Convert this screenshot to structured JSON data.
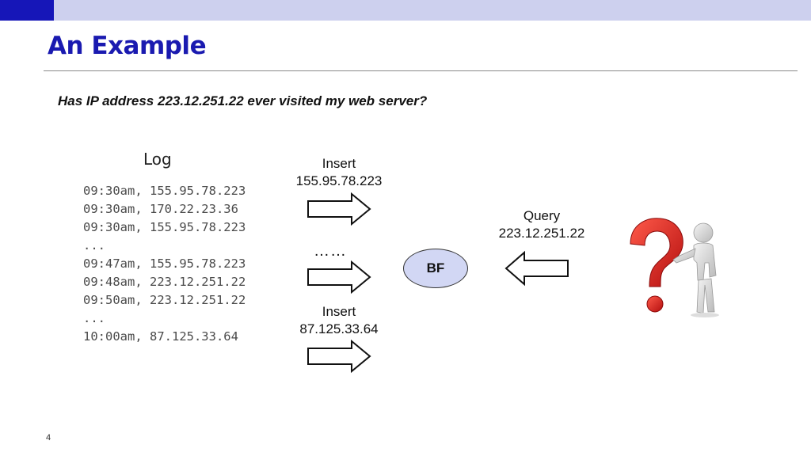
{
  "slide": {
    "title": "An Example",
    "question": "Has IP address 223.12.251.22 ever visited my web server?",
    "page_number": "4"
  },
  "log": {
    "title": "Log",
    "lines": [
      "09:30am, 155.95.78.223",
      "09:30am, 170.22.23.36",
      "09:30am, 155.95.78.223",
      "...",
      "09:47am, 155.95.78.223",
      "09:48am, 223.12.251.22",
      "09:50am, 223.12.251.22",
      "...",
      "10:00am, 87.125.33.64"
    ]
  },
  "diagram": {
    "insert_top": {
      "label": "Insert",
      "value": "155.95.78.223"
    },
    "ellipsis": "……",
    "insert_bottom": {
      "label": "Insert",
      "value": "87.125.33.64"
    },
    "query": {
      "label": "Query",
      "value": "223.12.251.22"
    },
    "node_label": "BF"
  },
  "colors": {
    "title": "#1a1ab0",
    "top_bar": "#cdd0ee",
    "top_accent": "#1616b8",
    "bf_fill": "#d2d7f4",
    "question_mark": "#d62020"
  },
  "icons": {
    "figure": "person-with-question-mark-icon"
  }
}
